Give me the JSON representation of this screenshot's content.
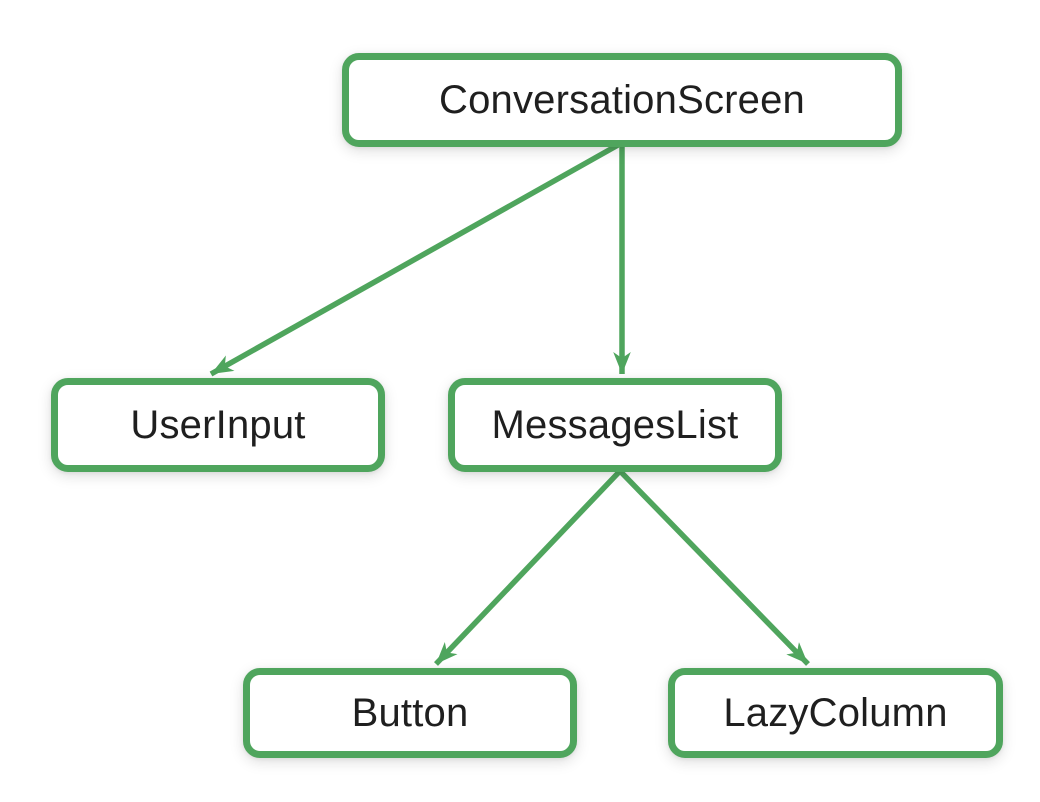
{
  "diagram": {
    "type": "component-tree",
    "background": "#ffffff",
    "accent_color": "#4FA55D",
    "node_fill": "#ffffff",
    "label_color": "#1f1f1f",
    "nodes": [
      {
        "id": "ConversationScreen",
        "label": "ConversationScreen"
      },
      {
        "id": "UserInput",
        "label": "UserInput"
      },
      {
        "id": "MessagesList",
        "label": "MessagesList"
      },
      {
        "id": "Button",
        "label": "Button"
      },
      {
        "id": "LazyColumn",
        "label": "LazyColumn"
      }
    ],
    "edges": [
      {
        "from": "ConversationScreen",
        "to": "UserInput"
      },
      {
        "from": "ConversationScreen",
        "to": "MessagesList"
      },
      {
        "from": "MessagesList",
        "to": "Button"
      },
      {
        "from": "MessagesList",
        "to": "LazyColumn"
      }
    ]
  }
}
